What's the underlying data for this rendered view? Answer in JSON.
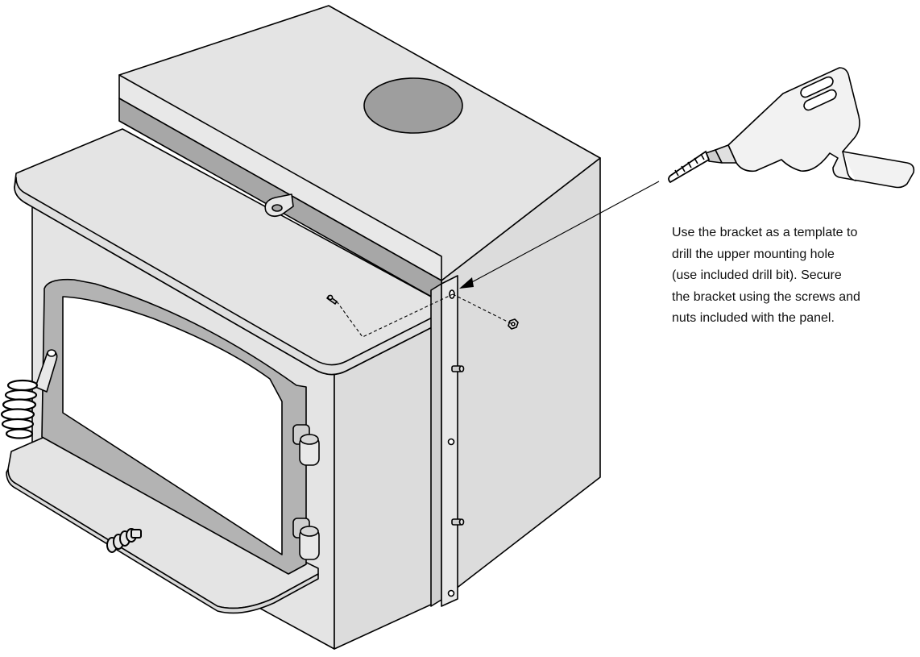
{
  "instruction": {
    "lines": [
      "Use the bracket as a template to",
      "drill the upper mounting hole",
      "(use included drill bit).  Secure",
      "the bracket using the screws and",
      "nuts included with the panel."
    ]
  },
  "colors": {
    "stove_body": "#e4e4e4",
    "stove_side": "#dcdcdc",
    "dark_band": "#a7a7a7",
    "flue_collar": "#9e9e9e",
    "door_frame": "#b3b3b3",
    "glass": "#ffffff",
    "drill_body": "#f2f2f2",
    "outline": "#000000"
  },
  "icons": [
    "drill-icon",
    "screw-icon",
    "nut-icon",
    "bracket-icon",
    "door-handle-icon",
    "hinge-icon",
    "air-control-knob-icon"
  ]
}
